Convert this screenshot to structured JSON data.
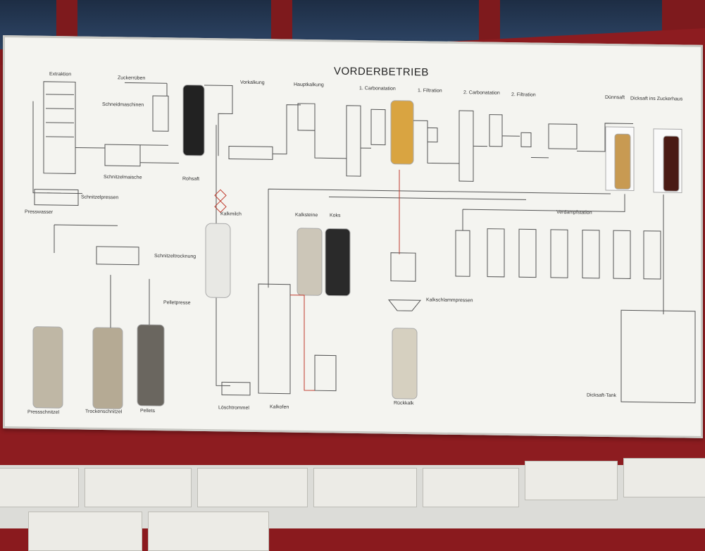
{
  "title": "VORDERBETRIEB",
  "labels": {
    "extraktion": "Extraktion",
    "zuckerrueben": "Zuckerrüben",
    "schneidmaschinen": "Schneidmaschinen",
    "schnitzelmaische": "Schnitzelmaische",
    "rohsaft": "Rohsaft",
    "vorkalkung": "Vorkalkung",
    "hauptkalkung": "Hauptkalkung",
    "carb1": "1. Carbonatation",
    "filt1": "1. Filtration",
    "carb2": "2. Carbonatation",
    "filt2": "2. Filtration",
    "duennsaft": "Dünnsaft",
    "dicksaft": "Dicksaft ins Zuckerhaus",
    "schnitzelpressen": "Schnitzelpressen",
    "presswasser": "Presswasser",
    "kalkmilch": "Kalkmilch",
    "kalksteine": "Kalksteine",
    "koks": "Koks",
    "verdampfstation": "Verdampfstation",
    "schnitzeltrocknung": "Schnitzeltrocknung",
    "pelletpresse": "Pelletpresse",
    "kalkschlammpressen": "Kalkschlammpressen",
    "pressschnitzel": "Pressschnitzel",
    "trockenschnitzel": "Trockenschnitzel",
    "pellets": "Pellets",
    "loeschtrommel": "Löschtrommel",
    "kalkofen": "Kalkofen",
    "rueckkalk": "Rückkalk",
    "dicksafttank": "Dicksaft-Tank"
  },
  "colors": {
    "frame": "#8d1c20",
    "board": "#f4f4f0",
    "line": "#555555",
    "pipe_red": "#c0392b"
  }
}
